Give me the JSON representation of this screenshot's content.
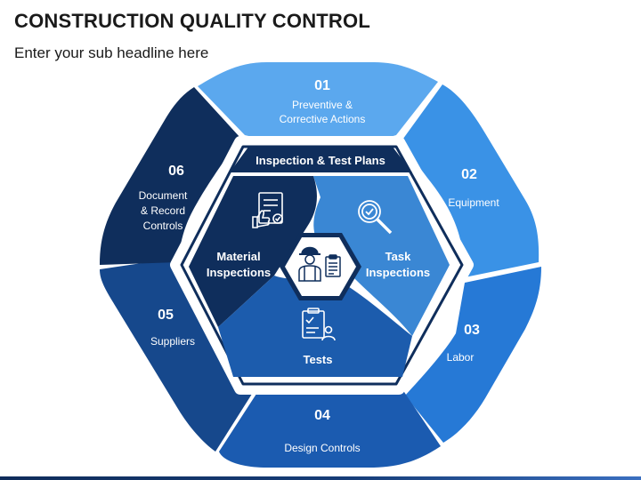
{
  "header": {
    "title": "CONSTRUCTION QUALITY CONTROL",
    "subtitle": "Enter your sub headline here"
  },
  "center": {
    "banner": "Inspection & Test Plans",
    "segments": [
      {
        "line1": "Material",
        "line2": "Inspections",
        "icon": "document-thumbs-up-icon"
      },
      {
        "line1": "Task",
        "line2": "Inspections",
        "icon": "magnifier-check-icon"
      },
      {
        "label": "Tests",
        "icon": "clipboard-person-icon"
      }
    ],
    "hub_icon": "worker-clipboard-icon"
  },
  "outer": [
    {
      "number": "01",
      "line1": "Preventive &",
      "line2": "Corrective Actions",
      "color": "#5ba8ee"
    },
    {
      "number": "02",
      "line1": "Equipment",
      "color": "#3a92e6"
    },
    {
      "number": "03",
      "line1": "Labor",
      "color": "#2679d6"
    },
    {
      "number": "04",
      "line1": "Design Controls",
      "color": "#1b5bb0"
    },
    {
      "number": "05",
      "line1": "Suppliers",
      "color": "#16488c"
    },
    {
      "number": "06",
      "line1": "Document",
      "line2": "& Record",
      "line3": "Controls",
      "color": "#0f2e5c"
    }
  ]
}
